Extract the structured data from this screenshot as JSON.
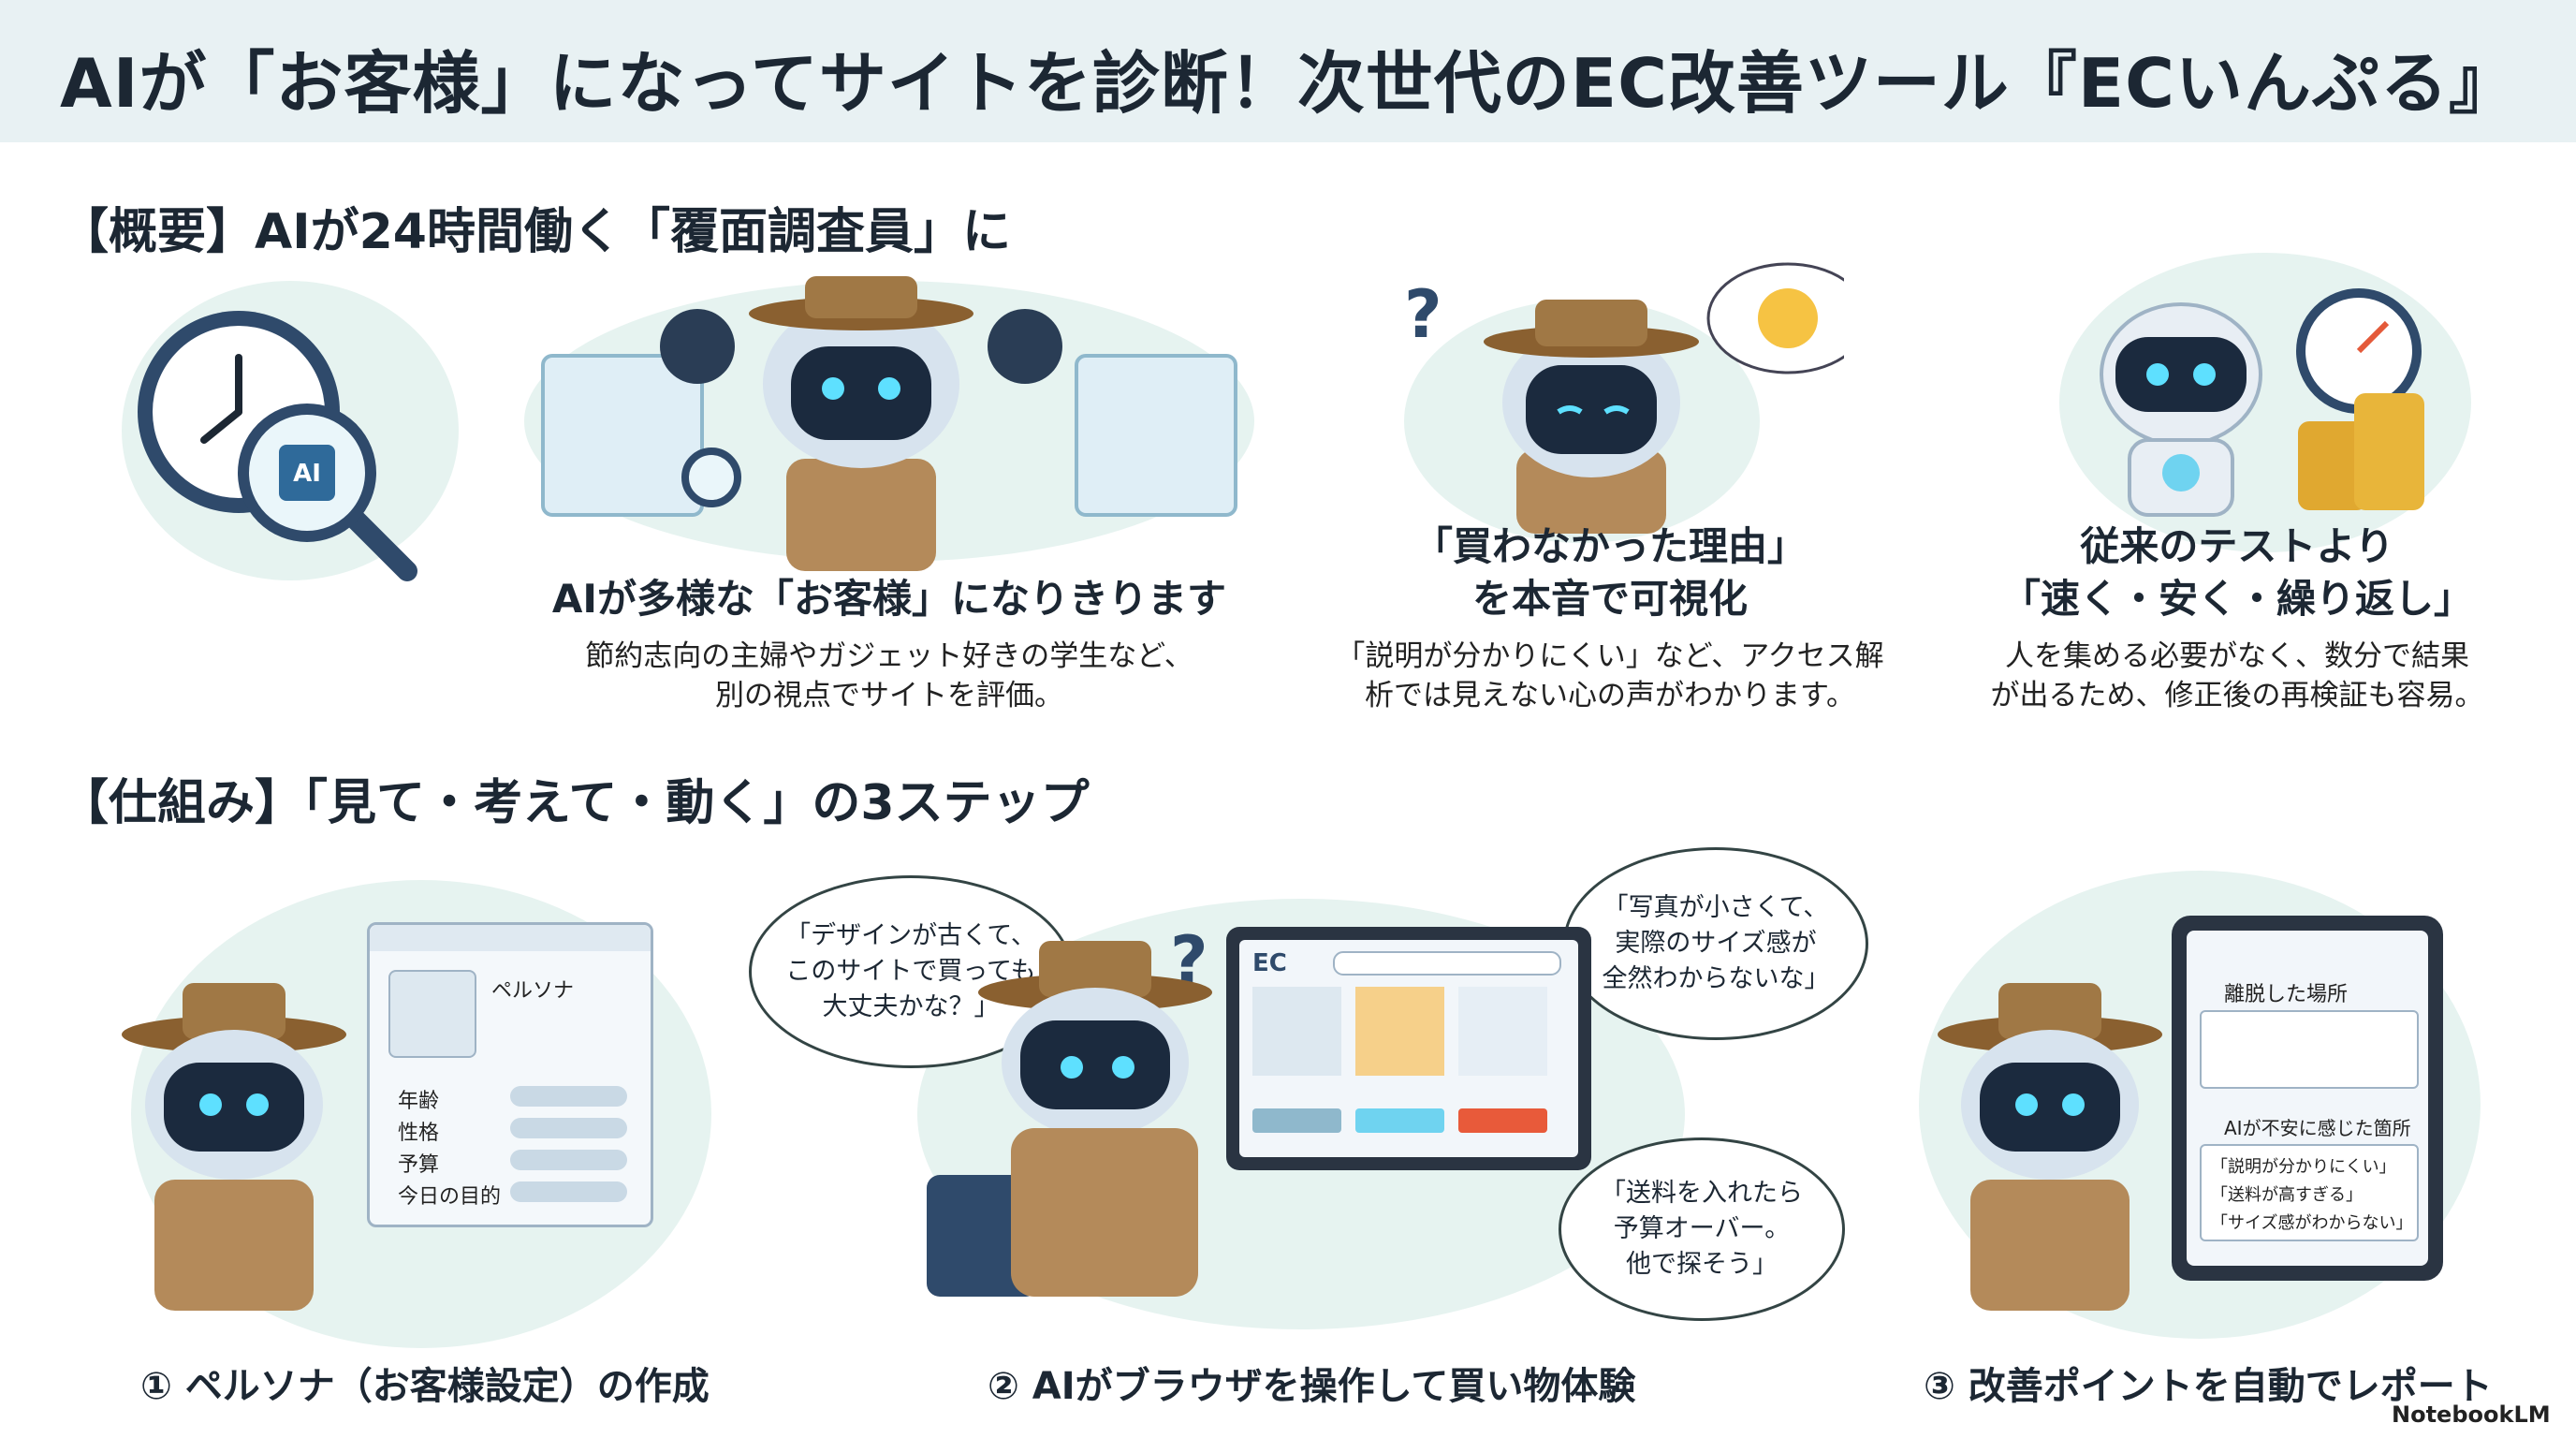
{
  "title": "AIが「お客様」になってサイトを診断！次世代のEC改善ツール『ECいんぷる』",
  "overview": {
    "heading": "【概要】AIが24時間働く「覆面調査員」に",
    "features": [
      {
        "title": "AIが多様な「お客様」になりきります",
        "desc": "節約志向の主婦やガジェット好きの学生など、\n別の視点でサイトを評価。"
      },
      {
        "title": "「買わなかった理由」\nを本音で可視化",
        "desc": "「説明が分かりにくい」など、アクセス解\n析では見えない心の声がわかります。"
      },
      {
        "title": "従来のテストより\n「速く・安く・繰り返し」",
        "desc": "人を集める必要がなく、数分で結果\nが出るため、修正後の再検証も容易。"
      }
    ],
    "clock_badge": "AI"
  },
  "mechanism": {
    "heading": "【仕組み】「見て・考えて・動く」の3ステップ",
    "steps": [
      {
        "label": "① ペルソナ（お客様設定）の作成"
      },
      {
        "label": "② AIがブラウザを操作して買い物体験"
      },
      {
        "label": "③ 改善ポイントを自動でレポート"
      }
    ],
    "persona_card": {
      "name_label": "ペルソナ",
      "fields": [
        "年齢",
        "性格",
        "予算",
        "今日の目的"
      ]
    },
    "browser": {
      "logo": "EC"
    },
    "thoughts": [
      "「デザインが古くて、\nこのサイトで買っても\n大丈夫かな？」",
      "「写真が小さくて、\n実際のサイズ感が\n全然わからないな」",
      "「送料を入れたら\n予算オーバー。\n他で探そう」"
    ],
    "report": {
      "section1": "離脱した場所",
      "section2": "AIが不安に感じた箇所",
      "items": [
        "「説明が分かりにくい」",
        "「送料が高すぎる」",
        "「サイズ感がわからない」"
      ]
    }
  },
  "brand": "NotebookLM",
  "colors": {
    "header_bg": "#e8f1f3",
    "accent_blob": "#e6f3f0",
    "coat": "#a07845"
  }
}
